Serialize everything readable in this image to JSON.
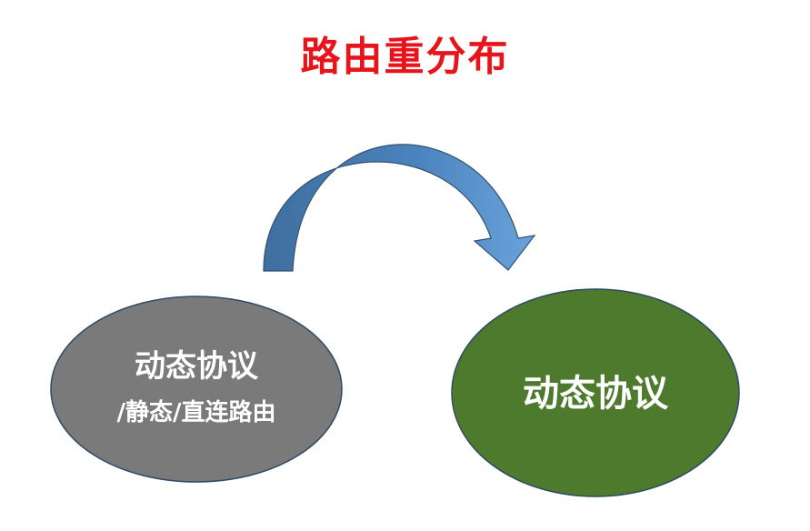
{
  "title": "路由重分布",
  "colors": {
    "title": "#e8141c",
    "source_node": "#7a7a7a",
    "target_node": "#4d7a2c",
    "arrow": "#4f86c0",
    "outline": "#33506f"
  },
  "source_node": {
    "line1": "动态协议",
    "line2": "/静态/直连路由"
  },
  "target_node": {
    "label": "动态协议"
  },
  "arrow": {
    "icon": "curved-arrow-icon"
  }
}
